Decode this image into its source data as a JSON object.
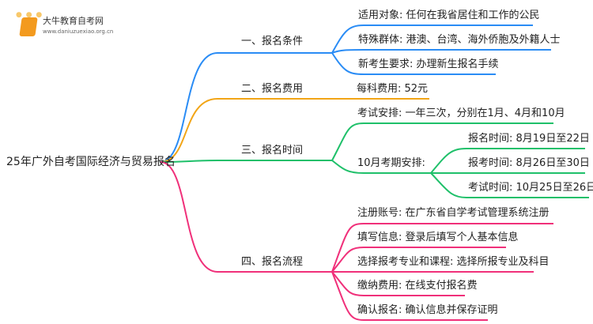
{
  "logo": {
    "name": "大牛教育自考网",
    "url": "www.daniuzuexiao.org.cn"
  },
  "root": "25年广外自考国际经济与贸易报名",
  "colors": {
    "b1": "#2a8cf5",
    "b2": "#f2a516",
    "b3": "#1fc06a",
    "b4": "#f0307a"
  },
  "branches": [
    {
      "label": "一、报名条件",
      "items": [
        "适用对象: 任何在我省居住和工作的公民",
        "特殊群体: 港澳、台湾、海外侨胞及外籍人士",
        "新考生要求: 办理新生报名手续"
      ]
    },
    {
      "label": "二、报名费用",
      "items": [
        "每科费用: 52元"
      ]
    },
    {
      "label": "三、报名时间",
      "items": [
        "考试安排: 一年三次，分别在1月、4月和10月",
        "10月考期安排:"
      ],
      "sub": [
        "报名时间: 8月19日至22日",
        "报考时间: 8月26日至30日",
        "考试时间: 10月25日至26日"
      ]
    },
    {
      "label": "四、报名流程",
      "items": [
        "注册账号: 在广东省自学考试管理系统注册",
        "填写信息: 登录后填写个人基本信息",
        "选择报考专业和课程: 选择所报专业及科目",
        "缴纳费用: 在线支付报名费",
        "确认报名: 确认信息并保存证明"
      ]
    }
  ]
}
